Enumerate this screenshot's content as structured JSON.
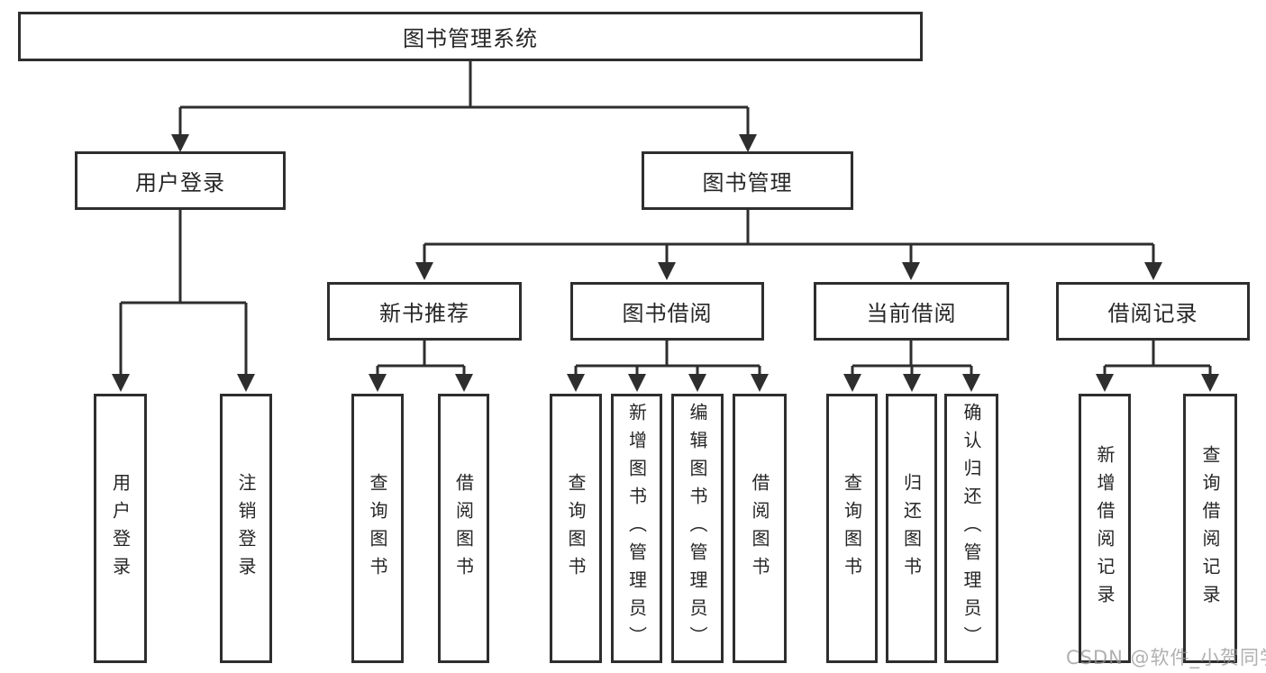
{
  "diagram": {
    "type": "hierarchy-tree",
    "tree": {
      "label": "图书管理系统",
      "children": [
        {
          "label": "用户登录",
          "children": [
            {
              "label": "用户登录"
            },
            {
              "label": "注销登录"
            }
          ]
        },
        {
          "label": "图书管理",
          "children": [
            {
              "label": "新书推荐",
              "children": [
                {
                  "label": "查询图书"
                },
                {
                  "label": "借阅图书"
                }
              ]
            },
            {
              "label": "图书借阅",
              "children": [
                {
                  "label": "查询图书"
                },
                {
                  "label": "新增图书（管理员）"
                },
                {
                  "label": "编辑图书（管理员）"
                },
                {
                  "label": "借阅图书"
                }
              ]
            },
            {
              "label": "当前借阅",
              "children": [
                {
                  "label": "查询图书"
                },
                {
                  "label": "归还图书"
                },
                {
                  "label": "确认归还（管理员）"
                }
              ]
            },
            {
              "label": "借阅记录",
              "children": [
                {
                  "label": "新增借阅记录"
                },
                {
                  "label": "查询借阅记录"
                }
              ]
            }
          ]
        }
      ]
    },
    "colors": {
      "line": "#2e2e2e",
      "box_border": "#2e2e2e",
      "box_fill": "#ffffff",
      "text": "#262626",
      "watermark": "#b5b5b5",
      "background": "#ffffff"
    }
  },
  "watermark": {
    "text": "CSDN @软件_小贺同学"
  }
}
